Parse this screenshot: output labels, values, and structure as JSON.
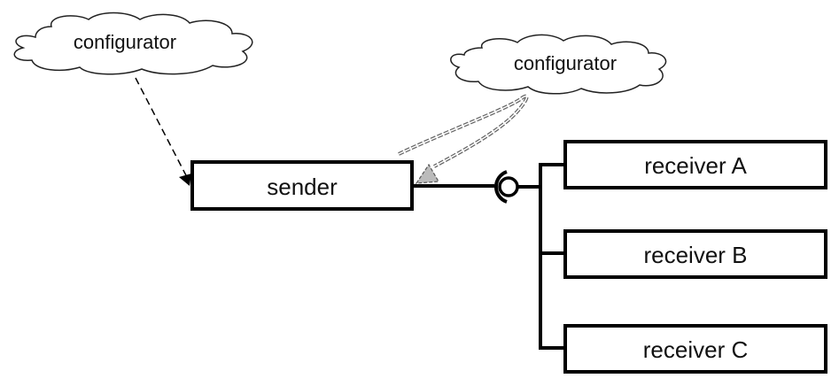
{
  "diagram": {
    "clouds": [
      {
        "id": "configurator-1",
        "label": "configurator"
      },
      {
        "id": "configurator-2",
        "label": "configurator"
      }
    ],
    "sender": {
      "label": "sender"
    },
    "receivers": [
      {
        "label": "receiver A"
      },
      {
        "label": "receiver B"
      },
      {
        "label": "receiver C"
      }
    ],
    "colors": {
      "stroke": "#000000",
      "arrow_fill": "#bbbbbb",
      "dashed_stroke": "#555555"
    }
  }
}
